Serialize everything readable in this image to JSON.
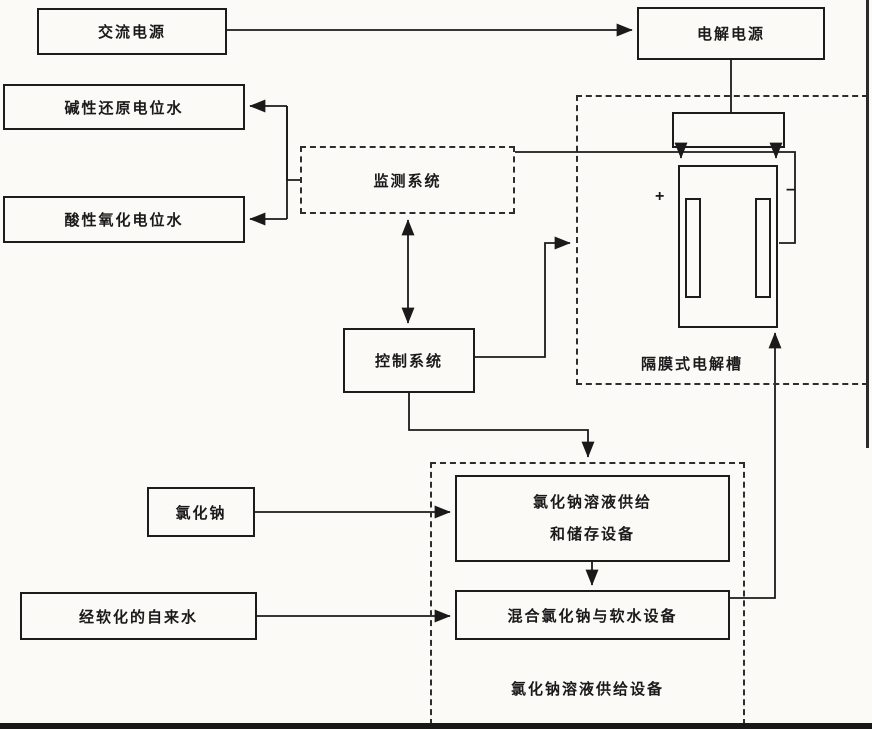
{
  "palette": {
    "ink": "#1a1a1a",
    "paper": "#fbfaf7"
  },
  "nodes": {
    "ac_power": {
      "label": "交流电源"
    },
    "electrolysis_power": {
      "label": "电解电源"
    },
    "alkaline_water": {
      "label": "碱性还原电位水"
    },
    "acidic_water": {
      "label": "酸性氧化电位水"
    },
    "monitoring": {
      "label": "监测系统"
    },
    "control": {
      "label": "控制系统"
    },
    "cell": {
      "label": "隔膜式电解槽",
      "anode_sign": "+",
      "cathode_sign": "−"
    },
    "nacl": {
      "label": "氯化钠"
    },
    "tap_water": {
      "label": "经软化的自来水"
    },
    "storage": {
      "line1": "氯化钠溶液供给",
      "line2": "和储存设备"
    },
    "mixing": {
      "label": "混合氯化钠与软水设备"
    },
    "supply_container": {
      "label": "氯化钠溶液供给设备"
    }
  },
  "edges": [
    {
      "from": "ac_power",
      "to": "electrolysis_power",
      "arrow": "end"
    },
    {
      "from": "electrolysis_power",
      "to": "cell",
      "arrow": "end"
    },
    {
      "from": "cell",
      "to": "monitoring",
      "arrow": "none"
    },
    {
      "from": "monitoring",
      "to": "alkaline_water",
      "arrow": "end"
    },
    {
      "from": "monitoring",
      "to": "acidic_water",
      "arrow": "end"
    },
    {
      "from": "monitoring",
      "to": "control",
      "arrow": "both"
    },
    {
      "from": "control",
      "to": "cell",
      "arrow": "end"
    },
    {
      "from": "control",
      "to": "supply_container",
      "arrow": "end"
    },
    {
      "from": "nacl",
      "to": "storage",
      "arrow": "end"
    },
    {
      "from": "storage",
      "to": "mixing",
      "arrow": "end"
    },
    {
      "from": "tap_water",
      "to": "mixing",
      "arrow": "end"
    },
    {
      "from": "mixing",
      "to": "cell",
      "arrow": "end"
    }
  ]
}
